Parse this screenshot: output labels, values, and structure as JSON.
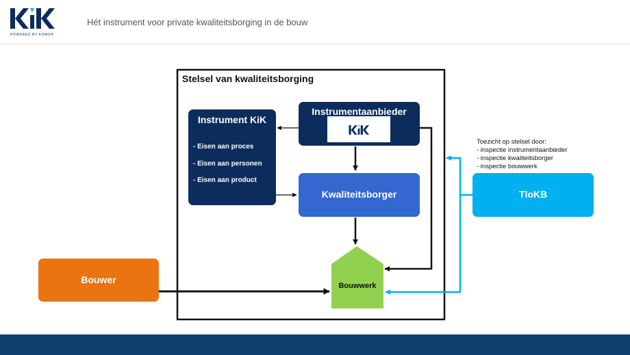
{
  "header": {
    "logo_text": "KIK",
    "logo_sub": "POWERED BY KOMO®",
    "title": "Hét instrument voor private kwaliteitsborging in de bouw"
  },
  "diagram": {
    "panel_title": "Stelsel van kwaliteitsborging",
    "instrument": {
      "title": "Instrument KiK",
      "items": [
        "- Eisen aan proces",
        "- Eisen aan personen",
        "- Eisen aan product"
      ]
    },
    "aanbieder": {
      "title": "Instrumentaanbieder",
      "logo_text": "KIK"
    },
    "borger": {
      "title": "Kwaliteitsborger"
    },
    "bouwwerk": {
      "title": "Bouwwerk"
    },
    "bouwer": {
      "title": "Bouwer"
    },
    "tlokb": {
      "title": "TloKB"
    },
    "toezicht": {
      "heading": "Toezicht op stelsel door:",
      "items": [
        "- inspectie instrumentaanbieder",
        "- inspectie kwaliteitsborger",
        "- inspectie bouwwerk"
      ]
    }
  },
  "colors": {
    "navy": "#0c2d5c",
    "blue": "#3467cf",
    "green": "#92d050",
    "orange": "#e97411",
    "cyan": "#00b0f0",
    "footer": "#0f3f6e"
  }
}
